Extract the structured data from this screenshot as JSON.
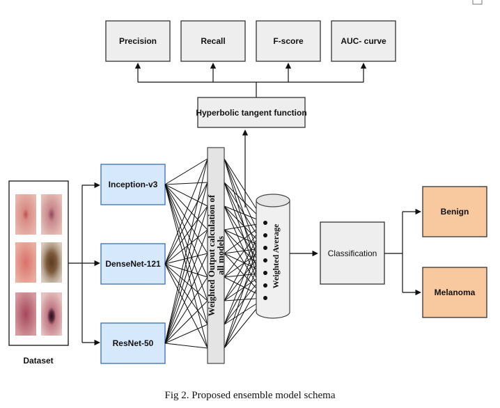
{
  "metrics": {
    "precision": "Precision",
    "recall": "Recall",
    "fscore": "F-score",
    "auc": "AUC- curve"
  },
  "activation": "Hyperbolic tangent function",
  "models": {
    "inception": "Inception-v3",
    "densenet": "DenseNet-121",
    "resnet": "ResNet-50"
  },
  "dataset_label": "Dataset",
  "weighted_output_line1": "Weighted Output calculation of",
  "weighted_output_line2": "all models",
  "weighted_average": "Weighted Average",
  "classification": "Classification",
  "outputs": {
    "benign": "Benign",
    "melanoma": "Melanoma"
  },
  "caption": "Fig 2. Proposed ensemble model schema",
  "colors": {
    "model_box_fill": "#d6e8fb",
    "model_box_stroke": "#3a6fb0",
    "output_box_fill": "#f8c99f",
    "gray_box_fill": "#eeeeee"
  },
  "icons": {
    "corner": "checkbox-icon"
  }
}
